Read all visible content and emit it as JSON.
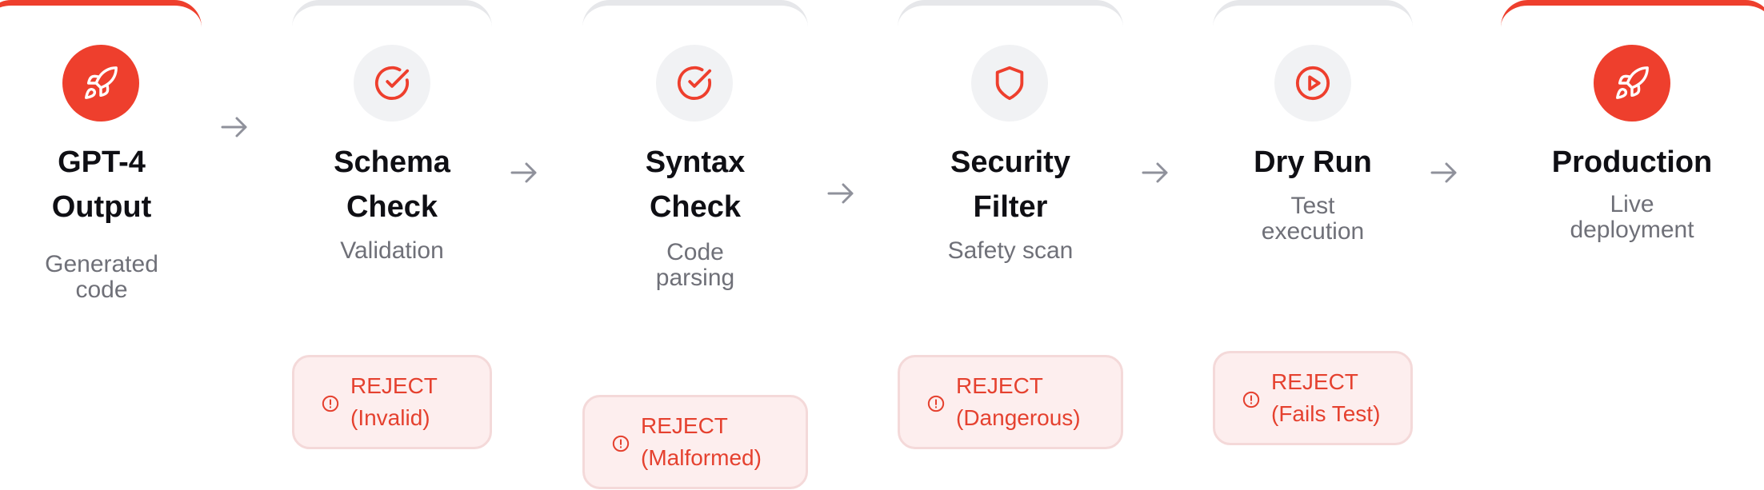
{
  "colors": {
    "accent": "#ee3f2d",
    "title": "#0f0f14",
    "muted": "#6f7078",
    "reject_bg": "#fdeeee",
    "reject_text": "#e5412f"
  },
  "stages": [
    {
      "icon": "rocket-icon",
      "title_line1": "GPT-4",
      "title_line2": "Output",
      "sub_line1": "Generated",
      "sub_line2": "code"
    },
    {
      "icon": "check-circle-icon",
      "title_line1": "Schema",
      "title_line2": "Check",
      "sub_line1": "Validation"
    },
    {
      "icon": "check-circle-icon",
      "title_line1": "Syntax",
      "title_line2": "Check",
      "sub_line1": "Code",
      "sub_line2": "parsing"
    },
    {
      "icon": "shield-icon",
      "title_line1": "Security",
      "title_line2": "Filter",
      "sub_line1": "Safety scan"
    },
    {
      "icon": "play-circle-icon",
      "title_line1": "Dry Run",
      "sub_line1": "Test",
      "sub_line2": "execution"
    },
    {
      "icon": "rocket-icon",
      "title_line1": "Production",
      "sub_line1": "Live",
      "sub_line2": "deployment"
    }
  ],
  "rejects": [
    {
      "icon": "alert-circle-icon",
      "line1": "REJECT",
      "line2": "(Invalid)"
    },
    {
      "icon": "alert-circle-icon",
      "line1": "REJECT",
      "line2": "(Malformed)"
    },
    {
      "icon": "alert-circle-icon",
      "line1": "REJECT",
      "line2": "(Dangerous)"
    },
    {
      "icon": "alert-circle-icon",
      "line1": "REJECT",
      "line2": "(Fails Test)"
    }
  ]
}
